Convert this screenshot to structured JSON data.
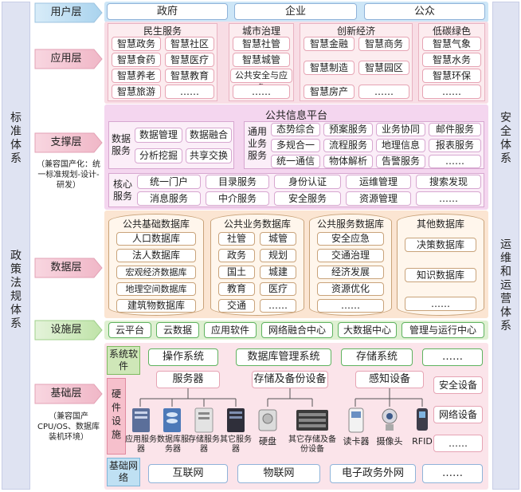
{
  "left_column": {
    "standard": "标准体系",
    "policy": "政策法规体系"
  },
  "right_column": {
    "security": "安全体系",
    "operations": "运维和运营体系"
  },
  "layers": {
    "user": "用户层",
    "application": "应用层",
    "support": "支撑层",
    "support_note": "（兼容国产化：统一标准规划-设计-研发）",
    "data": "数据层",
    "facility": "设施层",
    "base": "基础层",
    "base_note": "（兼容国产CPU/OS、数据库装机环境）"
  },
  "user_layer": [
    "政府",
    "企业",
    "公众"
  ],
  "application_layer": {
    "groups": [
      {
        "title": "民生服务",
        "items": [
          "智慧政务",
          "智慧社区",
          "智慧食药",
          "智慧医疗",
          "智慧养老",
          "智慧教育",
          "智慧旅游",
          "……"
        ]
      },
      {
        "title": "城市治理",
        "items": [
          "智慧社管",
          "智慧城管",
          "公共安全与应急",
          "……"
        ]
      },
      {
        "title": "创新经济",
        "items": [
          "智慧金融",
          "智慧商务",
          "智慧制造",
          "智慧园区",
          "智慧房产",
          "……"
        ]
      },
      {
        "title": "低碳绿色",
        "items": [
          "智慧气象",
          "智慧水务",
          "智慧环保",
          "……"
        ]
      }
    ]
  },
  "support_layer": {
    "platform_title": "公共信息平台",
    "data_service": {
      "label": "数据服务",
      "items": [
        "数据管理",
        "数据融合",
        "分析挖掘",
        "共享交换"
      ]
    },
    "common_service": {
      "label": "通用业务服务",
      "items": [
        "态势综合",
        "预案服务",
        "业务协同",
        "邮件服务",
        "多规合一",
        "流程服务",
        "地理信息",
        "报表服务",
        "统一通信",
        "物体解析",
        "告警服务",
        "……"
      ]
    },
    "core_service": {
      "label": "核心服务",
      "items": [
        "统一门户",
        "目录服务",
        "身份认证",
        "运维管理",
        "搜索发现",
        "消息服务",
        "中介服务",
        "安全服务",
        "资源管理",
        "……"
      ]
    }
  },
  "data_layer": {
    "databases": [
      {
        "title": "公共基础数据库",
        "items": [
          "人口数据库",
          "法人数据库",
          "宏观经济数据库",
          "地理空间数据库",
          "建筑物数据库"
        ]
      },
      {
        "title": "公共业务数据库",
        "items": [
          "社管",
          "城管",
          "政务",
          "规划",
          "国土",
          "城建",
          "教育",
          "医疗",
          "交通",
          "……"
        ]
      },
      {
        "title": "公共服务数据库",
        "items": [
          "安全应急",
          "交通治理",
          "经济发展",
          "资源优化",
          "……"
        ]
      },
      {
        "title": "其他数据库",
        "items": [
          "决策数据库",
          "知识数据库",
          "……"
        ]
      }
    ]
  },
  "facility_layer": [
    "云平台",
    "云数据",
    "应用软件",
    "网络融合中心",
    "大数据中心",
    "管理与运行中心"
  ],
  "base_layer": {
    "system_software": {
      "label": "系统软件",
      "items": [
        "操作系统",
        "数据库管理系统",
        "存储系统",
        "……"
      ]
    },
    "hardware": {
      "label": "硬件设施",
      "categories": [
        "服务器",
        "存储及备份设备",
        "感知设备"
      ],
      "side": [
        "安全设备",
        "网络设备",
        "……"
      ],
      "devices": [
        "应用服务器",
        "数据库服务器",
        "存储服务器",
        "其它服务器",
        "硬盘",
        "其它存储及备份设备",
        "读卡器",
        "摄像头",
        "RFID"
      ]
    },
    "network": {
      "label": "基础网络",
      "items": [
        "互联网",
        "物联网",
        "电子政务外网",
        "……"
      ]
    }
  }
}
